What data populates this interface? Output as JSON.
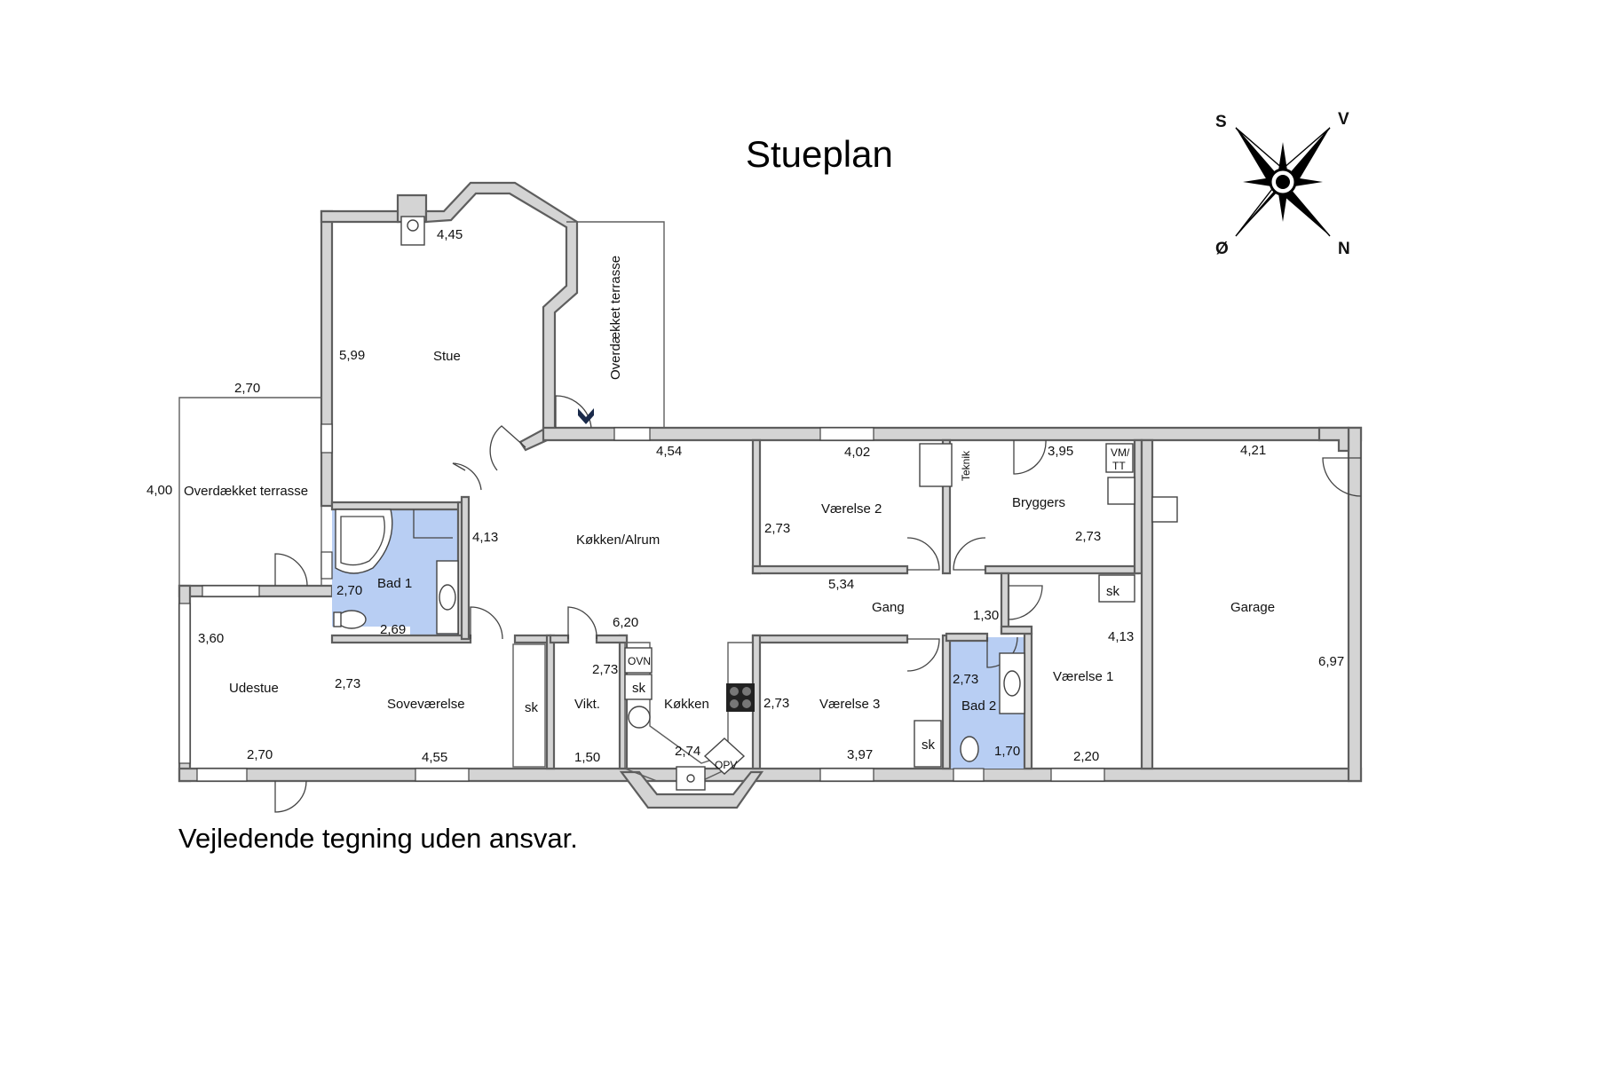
{
  "title": "Stueplan",
  "disclaimer": "Vejledende tegning uden ansvar.",
  "compass": {
    "top_left": "S",
    "top_right": "V",
    "bottom_left": "Ø",
    "bottom_right": "N"
  },
  "rooms": {
    "stue": "Stue",
    "overdaekket_terrasse_top": "Overdækket terrasse",
    "overdaekket_terrasse_left": "Overdækket terrasse",
    "koekken_alrum": "Køkken/Alrum",
    "vaerelse_2": "Værelse 2",
    "bryggers": "Bryggers",
    "garage": "Garage",
    "bad_1": "Bad 1",
    "gang": "Gang",
    "vaerelse_1": "Værelse 1",
    "udestue": "Udestue",
    "sovevaerelse": "Soveværelse",
    "vikt": "Vikt.",
    "koekken": "Køkken",
    "vaerelse_3": "Værelse 3",
    "bad_2": "Bad 2"
  },
  "fixtures": {
    "teknik": "Teknik",
    "vm_tt": "VM/\nTT",
    "vm": "VM/",
    "tt": "TT",
    "sk_bryggers": "sk",
    "sk_sovevaerelse": "sk",
    "sk_koekken": "sk",
    "sk_vaerelse3": "sk",
    "ovn": "OVN",
    "opv": "OPV"
  },
  "dimensions": {
    "stue_w": "4,45",
    "stue_h": "5,99",
    "terr_left_w": "2,70",
    "terr_left_h": "4,00",
    "alrum_w": "4,54",
    "alrum_h": "4,13",
    "vaer2_w": "4,02",
    "vaer2_h": "2,73",
    "bryg_w": "3,95",
    "bryg_h": "2,73",
    "garage_w": "4,21",
    "garage_h": "6,97",
    "bad1_h": "2,70",
    "bad1_w": "2,69",
    "gang_w": "5,34",
    "gang_h": "1,30",
    "udestue_h": "3,60",
    "udestue_w": "2,70",
    "sove_h": "2,73",
    "sove_w": "4,55",
    "koek_w_top": "6,20",
    "vikt_h": "2,73",
    "vikt_w": "1,50",
    "koek_w": "2,74",
    "vaer3_h": "2,73",
    "vaer3_w": "3,97",
    "vaer1_h": "4,13",
    "vaer1_w": "2,20",
    "bad2_h": "2,73",
    "bad2_w": "1,70"
  }
}
